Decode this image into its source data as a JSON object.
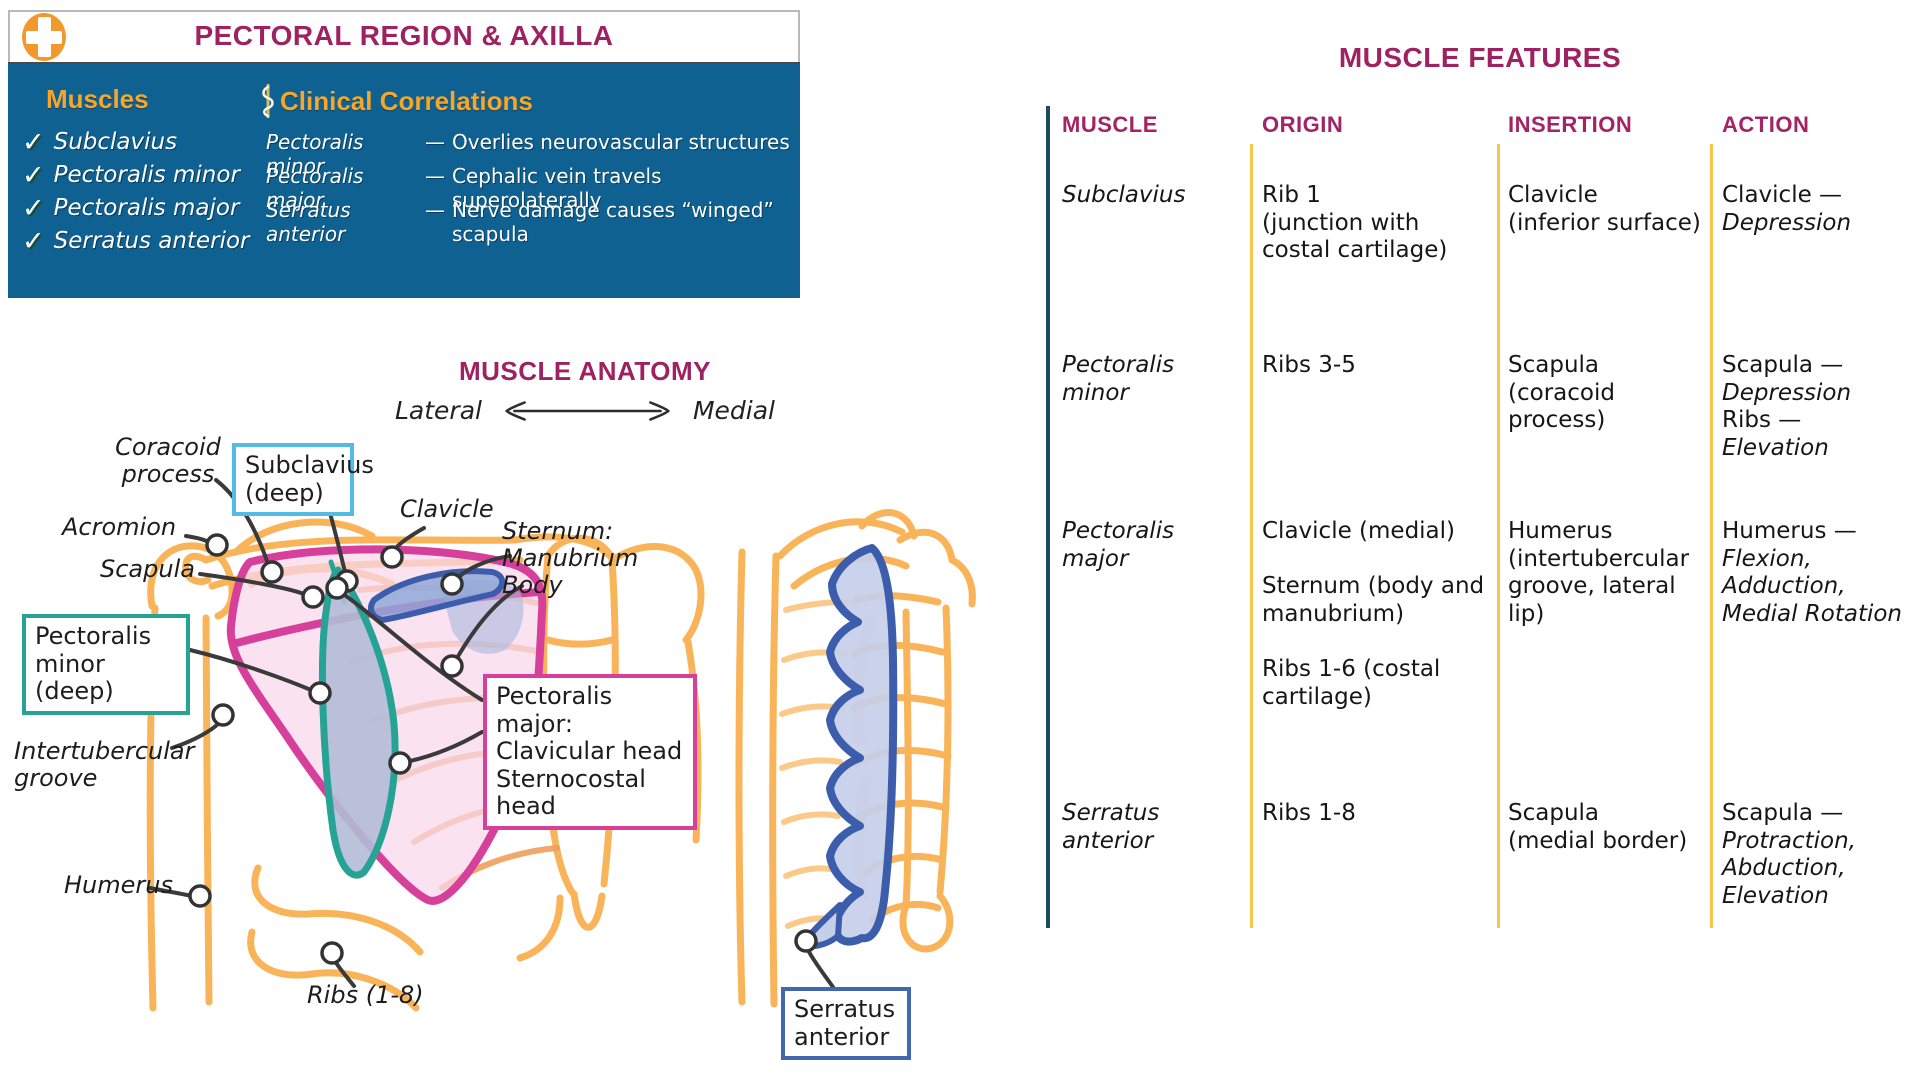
{
  "colors": {
    "magenta_title": "#9e2161",
    "panel_blue": "#0e6190",
    "accent_orange": "#f5a62b",
    "bone_orange": "#f9b45a",
    "pec_major_pink": "#d6409b",
    "pec_minor_teal": "#27a396",
    "subclavius_blue": "#3c5dab",
    "serratus_fill": "#c6cfe9",
    "table_header_magenta": "#a32366",
    "table_left_rule": "#1c4a5e",
    "table_col_rule": "#f6c54b"
  },
  "header": {
    "title": "PECTORAL REGION & AXILLA",
    "icon": "medical-cross",
    "muscles_heading": "Muscles",
    "muscles": [
      "Subclavius",
      "Pectoralis minor",
      "Pectoralis major",
      "Serratus anterior"
    ],
    "clinical_heading": "Clinical Correlations",
    "clinical": [
      {
        "muscle": "Pectoralis minor",
        "dash": "—",
        "note": "Overlies neurovascular structures"
      },
      {
        "muscle": "Pectoralis major",
        "dash": "—",
        "note": "Cephalic vein travels superolaterally"
      },
      {
        "muscle": "Serratus anterior",
        "dash": "—",
        "note": "Nerve damage causes “winged” scapula"
      }
    ]
  },
  "anatomy": {
    "title": "MUSCLE ANATOMY",
    "direction_left": "Lateral",
    "direction_right": "Medial",
    "labels": {
      "coracoid": "Coracoid\nprocess",
      "acromion": "Acromion",
      "scapula": "Scapula",
      "clavicle": "Clavicle",
      "sternum": "Sternum:\nManubrium\nBody",
      "intertubercular": "Intertubercular\ngroove",
      "humerus": "Humerus",
      "ribs": "Ribs (1-8)"
    },
    "boxed_labels": {
      "subclavius": "Subclavius\n(deep)",
      "pectoralis_minor": "Pectoralis\nminor (deep)",
      "pectoralis_major": "Pectoralis major:\nClavicular head\nSternocostal head",
      "serratus_anterior": "Serratus\nanterior"
    }
  },
  "table": {
    "title": "MUSCLE FEATURES",
    "columns": [
      "MUSCLE",
      "ORIGIN",
      "INSERTION",
      "ACTION"
    ],
    "rows": [
      {
        "muscle": "Subclavius",
        "origin": "Rib 1\n(junction with\ncostal cartilage)",
        "insertion": "Clavicle\n(inferior surface)",
        "action": [
          {
            "t": "Clavicle —",
            "i": false
          },
          {
            "t": "Depression",
            "i": true
          }
        ]
      },
      {
        "muscle": "Pectoralis\nminor",
        "origin": "Ribs 3-5",
        "insertion": "Scapula\n(coracoid\nprocess)",
        "action": [
          {
            "t": "Scapula —",
            "i": false
          },
          {
            "t": "Depression",
            "i": true
          },
          {
            "t": "Ribs —",
            "i": false
          },
          {
            "t": "Elevation",
            "i": true
          }
        ]
      },
      {
        "muscle": "Pectoralis\nmajor",
        "origin": "Clavicle (medial)\n\nSternum (body and\nmanubrium)\n\nRibs 1-6 (costal\ncartilage)",
        "insertion": "Humerus\n(intertubercular\ngroove, lateral\nlip)",
        "action": [
          {
            "t": "Humerus —",
            "i": false
          },
          {
            "t": "Flexion,",
            "i": true
          },
          {
            "t": "Adduction,",
            "i": true
          },
          {
            "t": "Medial Rotation",
            "i": true
          }
        ]
      },
      {
        "muscle": "Serratus\nanterior",
        "origin": "Ribs 1-8",
        "insertion": "Scapula\n(medial border)",
        "action": [
          {
            "t": "Scapula —",
            "i": false
          },
          {
            "t": "Protraction,",
            "i": true
          },
          {
            "t": "Abduction,",
            "i": true
          },
          {
            "t": "Elevation",
            "i": true
          }
        ]
      }
    ]
  }
}
